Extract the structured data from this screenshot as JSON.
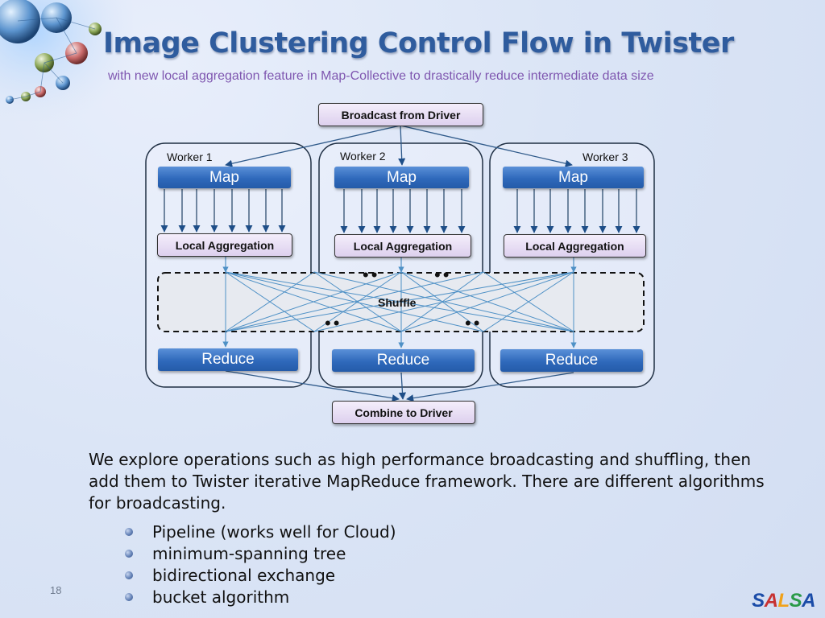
{
  "slide": {
    "title": "Image Clustering Control Flow in Twister",
    "subtitle": "with new local aggregation feature in Map-Collective to drastically reduce intermediate data size",
    "page_number": "18",
    "logo_text": "SALSA"
  },
  "diagram": {
    "broadcast_label": "Broadcast from Driver",
    "combine_label": "Combine to Driver",
    "shuffle_label": "Shuffle",
    "workers": [
      {
        "label": "Worker 1",
        "map": "Map",
        "local_aggregation": "Local Aggregation",
        "reduce": "Reduce"
      },
      {
        "label": "Worker 2",
        "map": "Map",
        "local_aggregation": "Local Aggregation",
        "reduce": "Reduce"
      },
      {
        "label": "Worker 3",
        "map": "Map",
        "local_aggregation": "Local Aggregation",
        "reduce": "Reduce"
      }
    ]
  },
  "body": {
    "paragraph": "We explore operations such as high performance broadcasting and shuffling, then add them to Twister iterative MapReduce framework. There are different algorithms for broadcasting.",
    "bullets": [
      "Pipeline (works well for Cloud)",
      "minimum-spanning tree",
      "bidirectional exchange",
      "bucket algorithm"
    ]
  },
  "colors": {
    "title": "#2f5c9e",
    "subtitle": "#7f57b0",
    "blue_box": "#2f69bb",
    "arrow": "#2f5a8a",
    "shuffle_line": "#4f91c6"
  }
}
